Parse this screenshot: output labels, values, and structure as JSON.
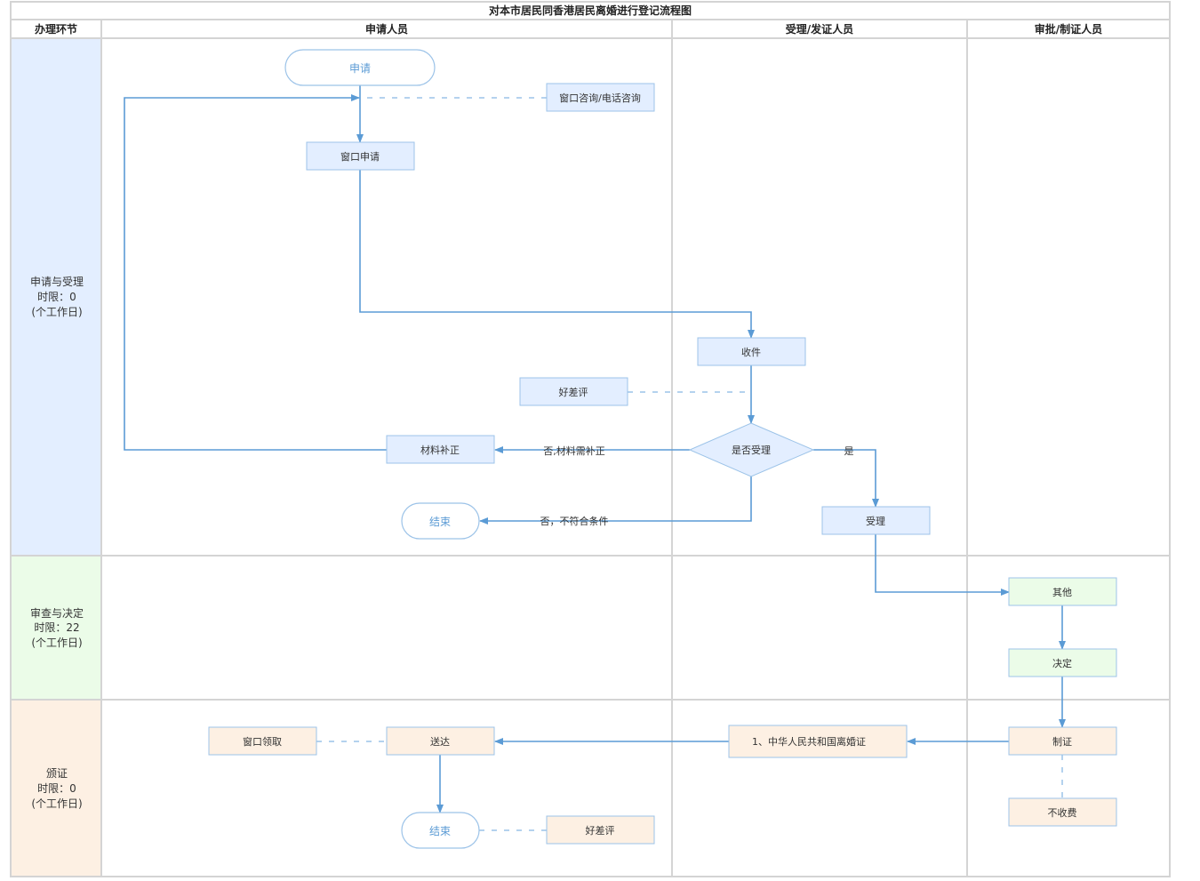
{
  "title": "对本市居民同香港居民离婚进行登记流程图",
  "columns": [
    "办理环节",
    "申请人员",
    "受理/发证人员",
    "审批/制证人员"
  ],
  "stages": [
    {
      "name": "申请与受理",
      "limit": "时限：0",
      "unit": "(个工作日)",
      "color": "#e3eeff"
    },
    {
      "name": "审查与决定",
      "limit": "时限：22",
      "unit": "(个工作日)",
      "color": "#ebfce8"
    },
    {
      "name": "颁证",
      "limit": "时限：0",
      "unit": "(个工作日)",
      "color": "#fdf0e3"
    }
  ],
  "nodes": {
    "apply_start": "申请",
    "consult": "窗口咨询/电话咨询",
    "window_apply": "窗口申请",
    "receive": "收件",
    "review1": "好差评",
    "decision": "是否受理",
    "supplement": "材料补正",
    "end1": "结束",
    "accept": "受理",
    "other": "其他",
    "decide": "决定",
    "window_pickup": "窗口领取",
    "deliver": "送达",
    "certificate": "1、中华人民共和国离婚证",
    "make_cert": "制证",
    "no_fee": "不收费",
    "end2": "结束",
    "review2": "好差评"
  },
  "edge_labels": {
    "no_supplement": "否,材料需补正",
    "no_reject": "否，不符合条件",
    "yes": "是"
  },
  "colors": {
    "line": "#5b9bd5",
    "blue_fill": "#e3eeff",
    "green_fill": "#ebfce8",
    "orange_fill": "#fdf0e3"
  }
}
